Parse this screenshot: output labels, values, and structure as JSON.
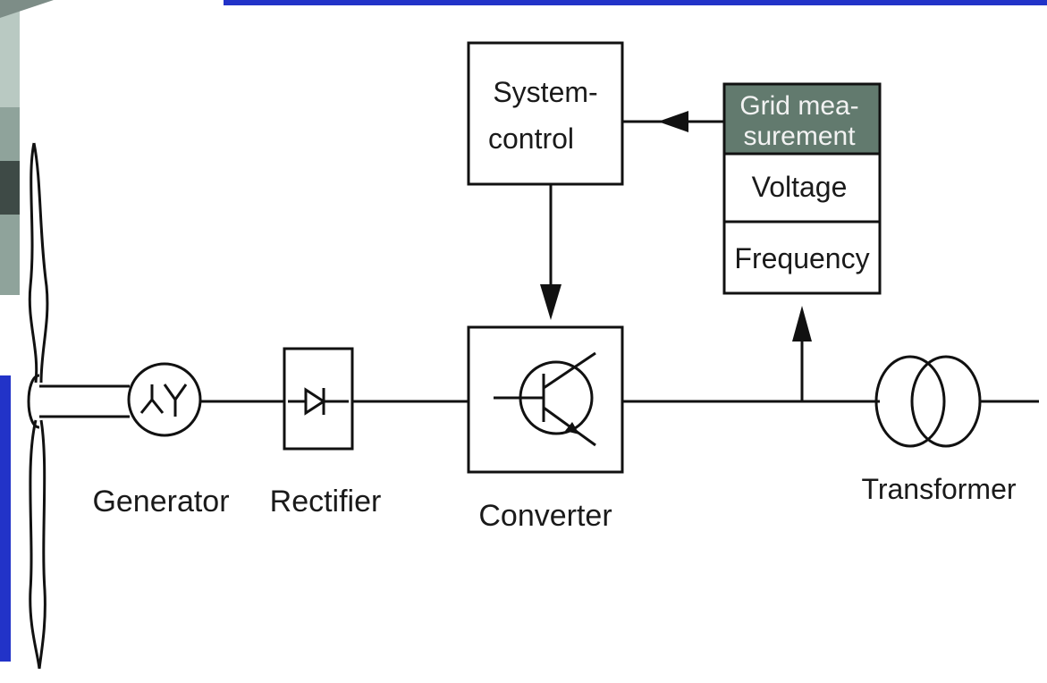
{
  "colors": {
    "slide_blue": "#2233c8",
    "grid_header_fill": "#627a6e",
    "line": "#111111",
    "background": "#ffffff"
  },
  "blocks": {
    "system_control": {
      "line1": "System-",
      "line2": "control"
    },
    "grid_measurement": {
      "header_line1": "Grid mea-",
      "header_line2": "surement",
      "voltage": "Voltage",
      "frequency": "Frequency"
    }
  },
  "labels": {
    "generator": "Generator",
    "rectifier": "Rectifier",
    "converter": "Converter",
    "transformer": "Transformer"
  },
  "icons": {
    "generator_symbol": "wye-wye-generator-icon",
    "rectifier_symbol": "diode-icon",
    "converter_symbol": "transistor-icon",
    "transformer_symbol": "transformer-coils-icon",
    "rotor": "wind-turbine-blade-icon"
  }
}
